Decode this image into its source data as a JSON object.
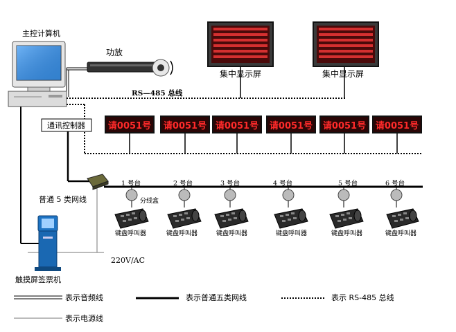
{
  "labels": {
    "host_computer": "主控计算机",
    "amplifier": "功放",
    "rs485_bus": "RS—485 总线",
    "display_left": "集中显示屏",
    "display_right": "集中显示屏",
    "comm_controller": "通讯控制器",
    "network_line": "普通 5 类网线",
    "junction_box": "分线盒",
    "power": "220V/AC",
    "kiosk": "触摸屏签票机"
  },
  "led_panels": [
    {
      "text": "请0051号"
    },
    {
      "text": "请0051号"
    },
    {
      "text": "请0051号"
    },
    {
      "text": "请0051号"
    },
    {
      "text": "请0051号"
    },
    {
      "text": "请0051号"
    }
  ],
  "stations": [
    {
      "label": "1 号台",
      "device": "键盘呼叫器"
    },
    {
      "label": "2 号台",
      "device": "键盘呼叫器"
    },
    {
      "label": "3 号台",
      "device": "键盘呼叫器"
    },
    {
      "label": "4 号台",
      "device": "键盘呼叫器"
    },
    {
      "label": "5 号台",
      "device": "键盘呼叫器"
    },
    {
      "label": "6 号台",
      "device": "键盘呼叫器"
    }
  ],
  "legend": {
    "audio": "表示音频线",
    "network": "表示普通五类网线",
    "rs485": "表示 RS-485 总线",
    "power": "表示电源线"
  },
  "colors": {
    "led_text": "#ff2a2a",
    "led_bg": "#2a0606",
    "kiosk_blue": "#1e74c4"
  }
}
